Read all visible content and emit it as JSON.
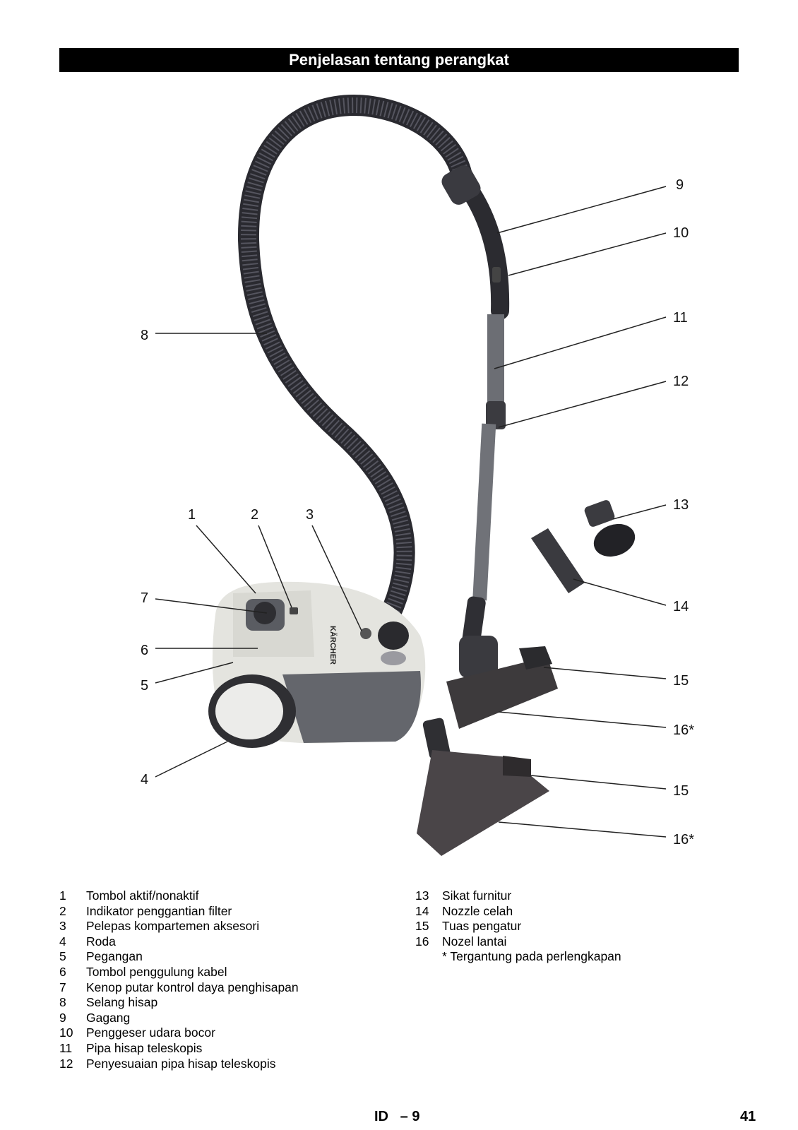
{
  "header": {
    "title": "Penjelasan tentang perangkat"
  },
  "figure": {
    "brand": "KÄRCHER",
    "callouts": [
      "1",
      "2",
      "3",
      "4",
      "5",
      "6",
      "7",
      "8",
      "9",
      "10",
      "11",
      "12",
      "13",
      "14",
      "15",
      "16*",
      "15",
      "16*"
    ]
  },
  "legend": {
    "left": [
      {
        "num": "1",
        "text": "Tombol aktif/nonaktif"
      },
      {
        "num": "2",
        "text": "Indikator penggantian filter"
      },
      {
        "num": "3",
        "text": "Pelepas kompartemen aksesori"
      },
      {
        "num": "4",
        "text": "Roda"
      },
      {
        "num": "5",
        "text": "Pegangan"
      },
      {
        "num": "6",
        "text": "Tombol penggulung kabel"
      },
      {
        "num": "7",
        "text": "Kenop putar kontrol daya penghisapan"
      },
      {
        "num": "8",
        "text": "Selang hisap"
      },
      {
        "num": "9",
        "text": "Gagang"
      },
      {
        "num": "10",
        "text": "Penggeser udara bocor"
      },
      {
        "num": "11",
        "text": "Pipa hisap teleskopis"
      },
      {
        "num": "12",
        "text": "Penyesuaian pipa hisap teleskopis"
      }
    ],
    "right": [
      {
        "num": "13",
        "text": "Sikat furnitur"
      },
      {
        "num": "14",
        "text": "Nozzle celah"
      },
      {
        "num": "15",
        "text": "Tuas pengatur"
      },
      {
        "num": "16",
        "text": "Nozel lantai"
      }
    ],
    "footnote": "* Tergantung pada perlengkapan"
  },
  "footer": {
    "center": "ID   – 9",
    "page": "41"
  }
}
